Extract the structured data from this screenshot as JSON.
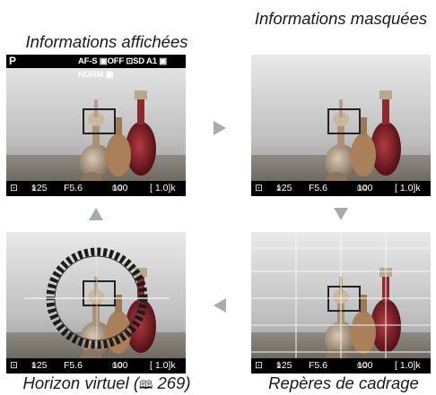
{
  "captions": {
    "shown": "Informations affichées",
    "hidden": "Informations masquées",
    "horizon": "Horizon virtuel ( 269)",
    "grid": "Repères de cadrage"
  },
  "topbar": {
    "mode": "P",
    "items": "AF-S  ▣OFF  ⊡SD  A1  ▣  NORM  ▣"
  },
  "status": {
    "metering_icon": "metering-icon",
    "shutter_prefix": "1/",
    "shutter": "125",
    "aperture": "F5.6",
    "iso_label": "ISO",
    "iso": "100",
    "remaining": "[ 1.0]k"
  },
  "colors": {
    "accent_arrow": "#9aa0a6",
    "background": "#000000"
  }
}
